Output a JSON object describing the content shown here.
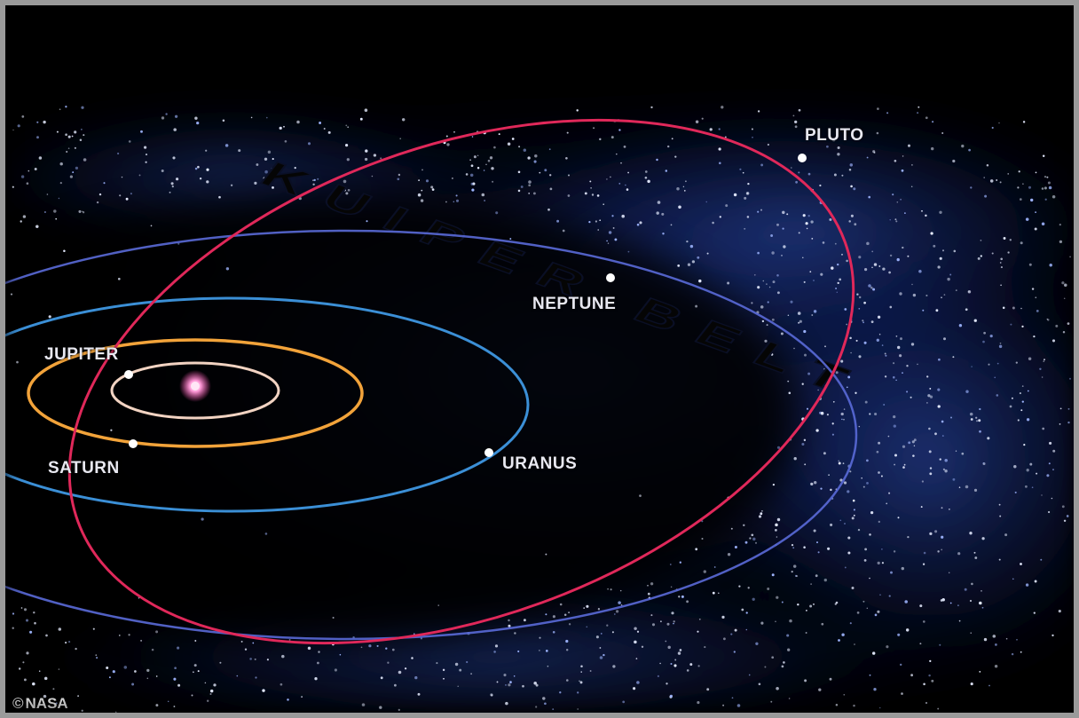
{
  "diagram": {
    "belt_label": "KUIPER BELT",
    "planets": [
      {
        "id": "jupiter",
        "name": "JUPITER"
      },
      {
        "id": "saturn",
        "name": "SATURN"
      },
      {
        "id": "uranus",
        "name": "URANUS"
      },
      {
        "id": "neptune",
        "name": "NEPTUNE"
      },
      {
        "id": "pluto",
        "name": "PLUTO"
      }
    ]
  },
  "credit": {
    "symbol": "©",
    "text": "NASA"
  },
  "colors": {
    "background": "#000000",
    "belt_glow": "#2a4cc0",
    "dust": "#e6ecff",
    "inner_orbit": "#f2d3c2",
    "jupiter_orbit": "#f2a33a",
    "uranus_orbit": "#3b8fd6",
    "neptune_orbit": "#5a6ad8",
    "pluto_orbit": "#e0285a",
    "sun": "#ff9ad8",
    "label": "#e8e8f0"
  }
}
